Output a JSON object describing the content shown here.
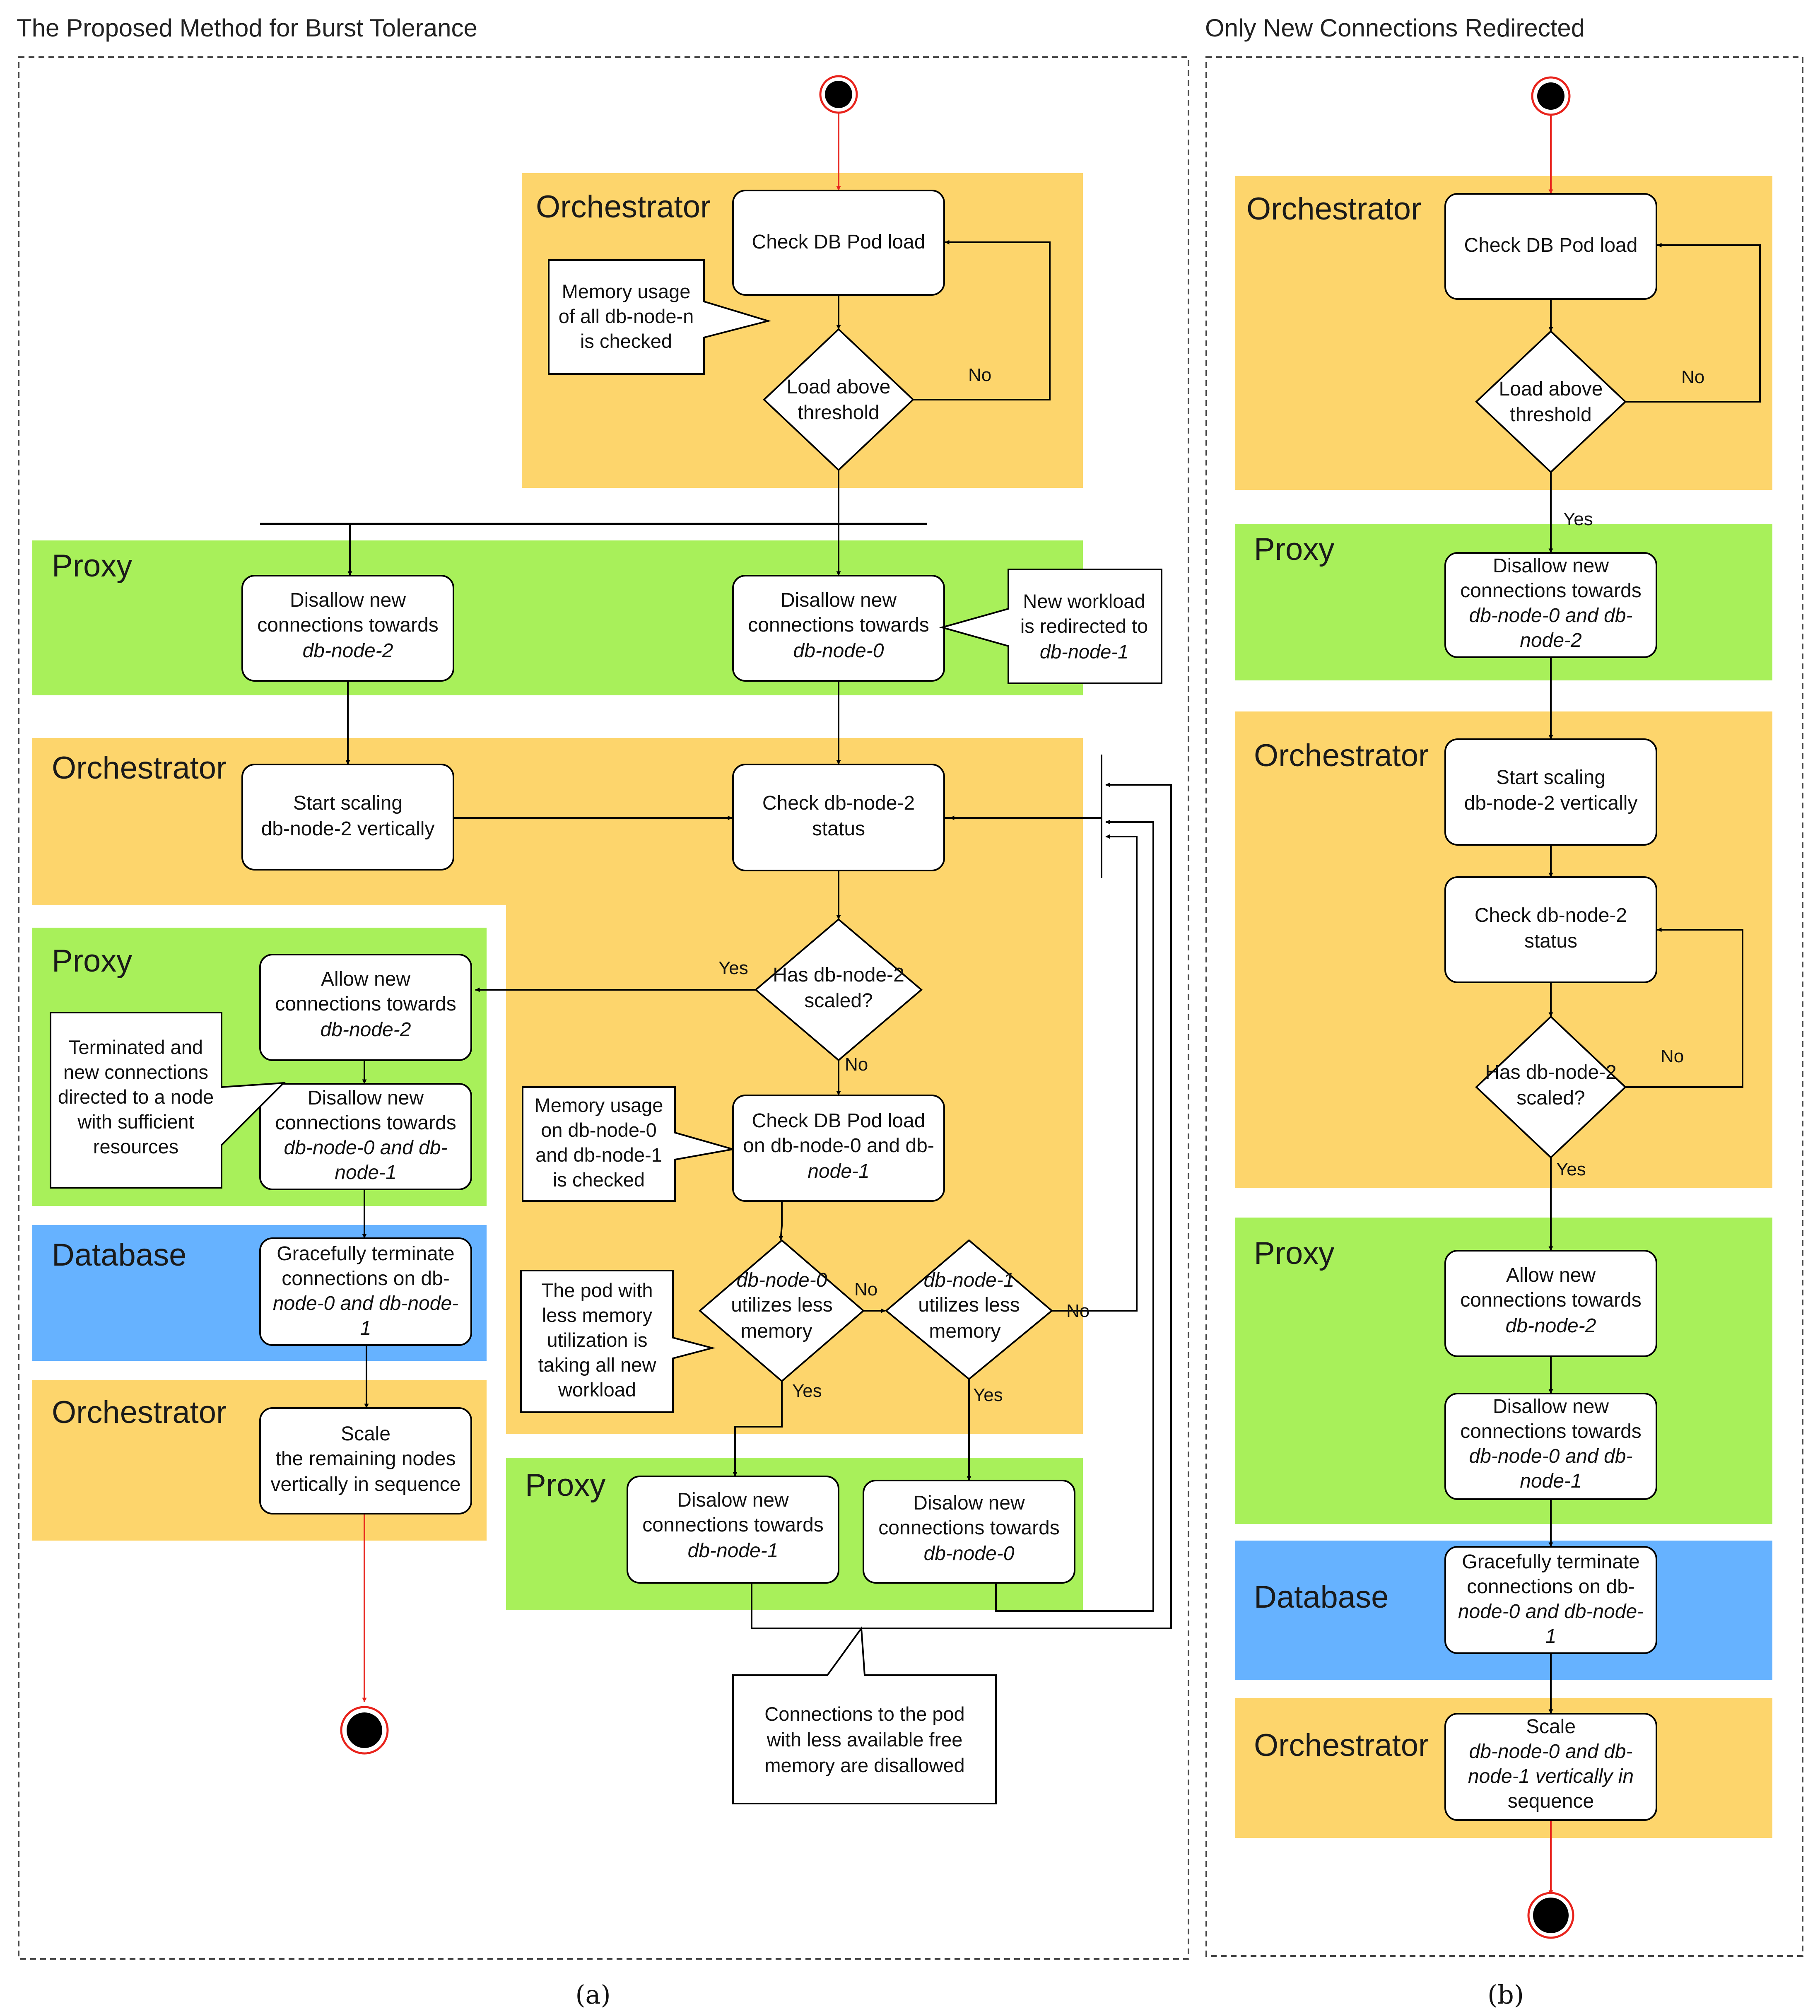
{
  "colors": {
    "orchestrator": "#fdd56c",
    "proxy": "#a8f05a",
    "database": "#66b2ff",
    "terminal_ring": "#e8231c"
  },
  "panel_a": {
    "title": "The Proposed Method for Burst Tolerance",
    "sublabel": "(a)",
    "lanes": [
      "Orchestrator",
      "Proxy",
      "Orchestrator",
      "Proxy",
      "Database",
      "Orchestrator",
      "Proxy"
    ],
    "nodes": {
      "check_load": "Check DB Pod load",
      "load_above": [
        "Load above",
        "threshold"
      ],
      "disallow_node2": [
        "Disallow new",
        "connections towards",
        "db-node-2"
      ],
      "disallow_node0": [
        "Disallow new",
        "connections towards",
        "db-node-0"
      ],
      "start_scaling": [
        "Start scaling",
        "db-node-2 vertically"
      ],
      "check_status": [
        "Check db-node-2",
        "status"
      ],
      "has_scaled": [
        "Has db-node-2",
        "scaled?"
      ],
      "allow_node2": [
        "Allow new",
        "connections towards",
        "db-node-2"
      ],
      "disallow_0_1": [
        "Disallow new",
        "connections towards",
        "db-node-0 and db-",
        "node-1"
      ],
      "graceful": [
        "Gracefully terminate",
        "connections on db-",
        "node-0 and db-node-",
        "1"
      ],
      "scale_remaining": [
        "Scale",
        "the remaining nodes",
        "vertically in sequence"
      ],
      "check_load_01": [
        "Check DB Pod load",
        "on db-node-0 and db-",
        "node-1"
      ],
      "node0_less": [
        "db-node-0",
        "utilizes less",
        "memory"
      ],
      "node1_less": [
        "db-node-1",
        "utilizes less",
        "memory"
      ],
      "disalow_node1": [
        "Disalow new",
        "connections towards",
        "db-node-1"
      ],
      "disalow_node0": [
        "Disalow new",
        "connections towards",
        "db-node-0"
      ]
    },
    "notes": {
      "memory_all": [
        "Memory usage",
        "of all db-node-n",
        "is checked"
      ],
      "new_workload": [
        "New workload",
        "is redirected to",
        "db-node-1"
      ],
      "terminated": [
        "Terminated and",
        "new connections",
        "directed to a node",
        "with sufficient",
        "resources"
      ],
      "memory_01": [
        "Memory usage",
        "on db-node-0",
        "and db-node-1",
        "is checked"
      ],
      "pod_less": [
        "The pod with",
        "less memory",
        "utilization is",
        "taking all new",
        "workload"
      ],
      "connections_pod": [
        "Connections to the pod",
        "with less available free",
        "memory are disallowed"
      ]
    },
    "edge_labels": {
      "no": "No",
      "yes": "Yes"
    }
  },
  "panel_b": {
    "title": "Only New Connections Redirected",
    "sublabel": "(b)",
    "lanes": [
      "Orchestrator",
      "Proxy",
      "Orchestrator",
      "Proxy",
      "Database",
      "Orchestrator"
    ],
    "nodes": {
      "check_load": "Check DB Pod load",
      "load_above": [
        "Load above",
        "threshold"
      ],
      "disallow_0_2": [
        "Disallow new",
        "connections towards",
        "db-node-0 and db-",
        "node-2"
      ],
      "start_scaling": [
        "Start scaling",
        "db-node-2 vertically"
      ],
      "check_status": [
        "Check db-node-2",
        "status"
      ],
      "has_scaled": [
        "Has db-node-2",
        "scaled?"
      ],
      "allow_node2": [
        "Allow new",
        "connections towards",
        "db-node-2"
      ],
      "disallow_0_1": [
        "Disallow new",
        "connections towards",
        "db-node-0 and db-",
        "node-1"
      ],
      "graceful": [
        "Gracefully terminate",
        "connections on db-",
        "node-0 and db-node-",
        "1"
      ],
      "scale": [
        "Scale",
        "db-node-0 and db-",
        "node-1 vertically in",
        "sequence"
      ]
    },
    "edge_labels": {
      "no": "No",
      "yes": "Yes"
    }
  }
}
